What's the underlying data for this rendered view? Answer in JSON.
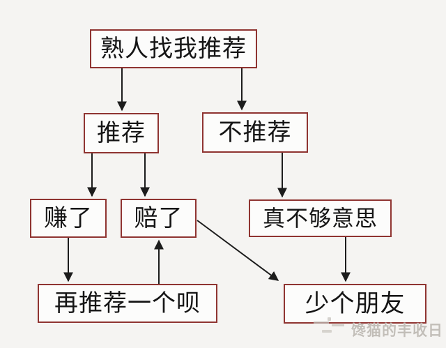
{
  "diagram": {
    "title_hint": "flowchart about recommending stocks/products to acquaintances",
    "nodes": [
      {
        "id": "start",
        "label": "熟人找我推荐"
      },
      {
        "id": "recommend",
        "label": "推荐"
      },
      {
        "id": "not-recommend",
        "label": "不推荐"
      },
      {
        "id": "earned",
        "label": "赚了"
      },
      {
        "id": "lost",
        "label": "赔了"
      },
      {
        "id": "not-nice",
        "label": "真不够意思"
      },
      {
        "id": "recommend-again",
        "label": "再推荐一个呗"
      },
      {
        "id": "lose-friend",
        "label": "少个朋友"
      }
    ],
    "edges": [
      {
        "from": "start",
        "to": "recommend"
      },
      {
        "from": "start",
        "to": "not-recommend"
      },
      {
        "from": "recommend",
        "to": "earned"
      },
      {
        "from": "recommend",
        "to": "lost"
      },
      {
        "from": "not-recommend",
        "to": "not-nice"
      },
      {
        "from": "earned",
        "to": "recommend-again"
      },
      {
        "from": "recommend-again",
        "to": "lost"
      },
      {
        "from": "lost",
        "to": "lose-friend"
      },
      {
        "from": "not-nice",
        "to": "lose-friend"
      }
    ]
  },
  "watermark": {
    "text": "馋猫的丰收日"
  },
  "colors": {
    "box_border": "#8f3431",
    "line": "#1c1c1c",
    "background": "#f5f4f2",
    "box_fill": "#fcfcfb",
    "text": "#151515",
    "watermark": "#c2beb8"
  }
}
